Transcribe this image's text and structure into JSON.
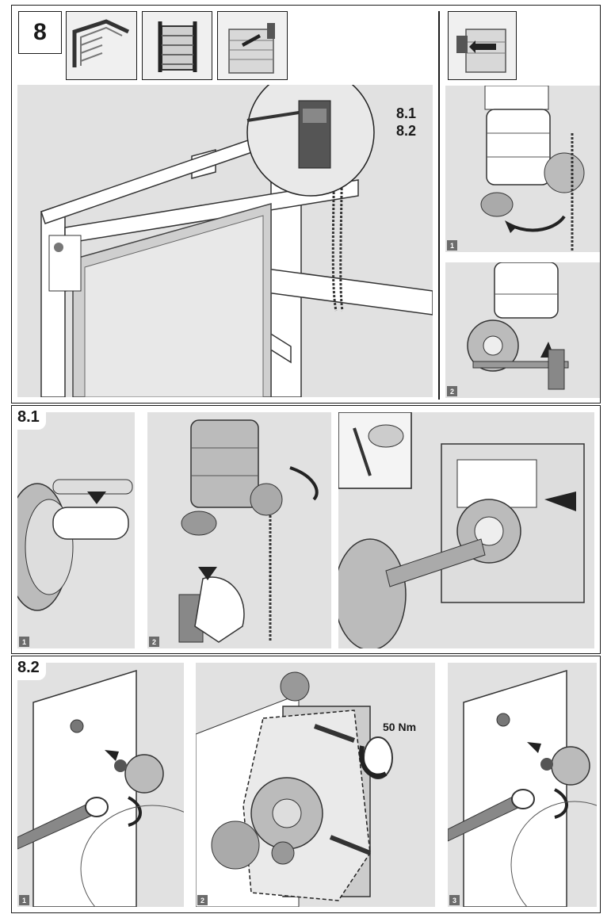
{
  "step": {
    "number": "8",
    "callouts": [
      "8.1",
      "8.2"
    ]
  },
  "sections": [
    {
      "label": "8.1",
      "subs": [
        "1",
        "2"
      ]
    },
    {
      "label": "8.2",
      "subs": [
        "1",
        "2",
        "3"
      ],
      "torque": "50 Nm"
    }
  ],
  "top_subs": [
    "1",
    "2"
  ],
  "colors": {
    "panel": "#e1e1e1",
    "line": "#1a1a1a",
    "marker": "#6b6b6b"
  },
  "icons": [
    "sectional-door-icon",
    "roller-door-icon",
    "operator-install-icon",
    "operator-detail-icon",
    "hand-icon",
    "grease-icon",
    "torque-arrow-icon"
  ]
}
